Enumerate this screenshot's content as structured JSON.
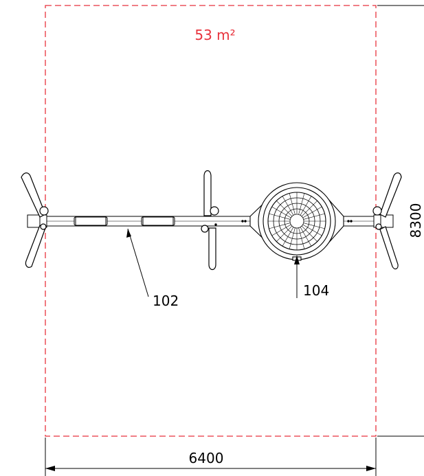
{
  "area_label": "53 m²",
  "width_dimension": "6400",
  "height_dimension": "8300",
  "callouts": [
    {
      "id": "102",
      "text": "102"
    },
    {
      "id": "104",
      "text": "104"
    }
  ],
  "colors": {
    "safety_zone": "#e8323c",
    "area_text": "#e8323c",
    "line": "#000000"
  }
}
